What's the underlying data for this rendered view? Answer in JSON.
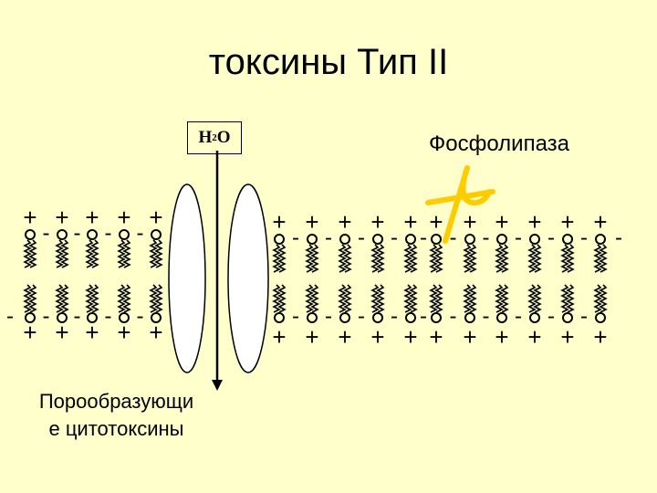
{
  "slide": {
    "title": "токсины Тип II",
    "water": {
      "formula_main": "H",
      "formula_sub": "2",
      "formula_end": "O"
    },
    "enzyme_label": "Фосфолипаза",
    "pore_label_line1": "Порообразующи",
    "pore_label_line2": "е цитотоксины",
    "charge_plus": "+",
    "charge_minus": "-"
  },
  "colors": {
    "background": "#ffffcc",
    "scissors": "#ffcc00",
    "line": "#000000",
    "pore": "#ffffff"
  },
  "icons": [
    "scissors-icon",
    "phospholipid-icon",
    "pore-toxin-icon",
    "arrow-down-icon"
  ]
}
